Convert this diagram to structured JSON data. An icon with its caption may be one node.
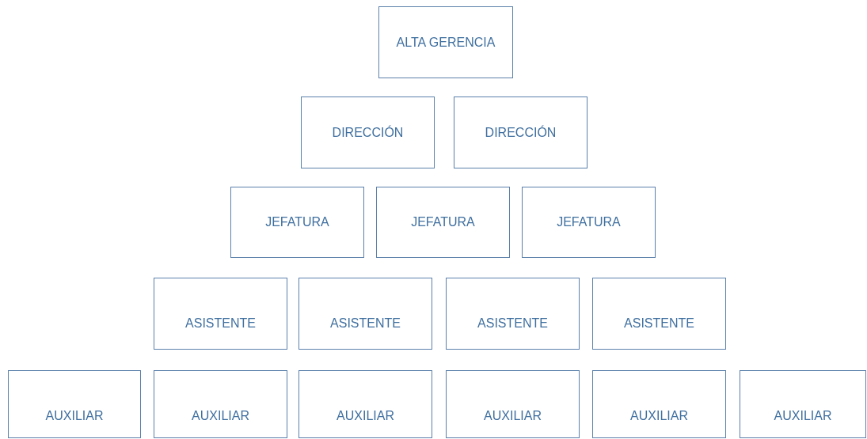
{
  "diagram": {
    "nodes": [
      {
        "text": [
          "ALTA GERENCIA"
        ]
      },
      {
        "text": [
          "DIRECCIÓN"
        ]
      },
      {
        "text": [
          "DIRECCIÓN"
        ]
      },
      {
        "text": [
          "JEFATURA"
        ]
      },
      {
        "text": [
          "JEFATURA"
        ]
      },
      {
        "text": [
          "JEFATURA"
        ]
      },
      {
        "text": [
          "ASISTENTE"
        ]
      },
      {
        "text": [
          "ASISTENTE"
        ]
      },
      {
        "text": [
          "ASISTENTE"
        ]
      },
      {
        "text": [
          "ASISTENTE"
        ]
      },
      {
        "text": [
          "AUXILIAR"
        ]
      },
      {
        "text": [
          "AUXILIAR"
        ]
      },
      {
        "text": [
          "AUXILIAR"
        ]
      },
      {
        "text": [
          "AUXILIAR"
        ]
      },
      {
        "text": [
          "AUXILIAR"
        ]
      },
      {
        "text": [
          "AUXILIAR"
        ]
      }
    ]
  }
}
